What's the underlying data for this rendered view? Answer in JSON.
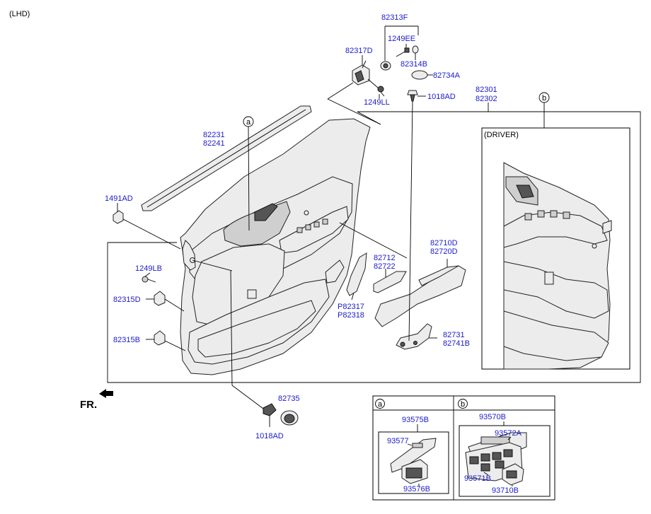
{
  "header": {
    "variant": "(LHD)"
  },
  "inset_title": "(DRIVER)",
  "direction_label": "FR.",
  "callouts": {
    "a": "a",
    "b": "b"
  },
  "parts": {
    "p82313F": "82313F",
    "p1249EE": "1249EE",
    "p82317D": "82317D",
    "p82314B": "82314B",
    "p82734A": "82734A",
    "p1249LL": "1249LL",
    "p1018AD_top": "1018AD",
    "p82301": "82301",
    "p82302": "82302",
    "p82231": "82231",
    "p82241": "82241",
    "p1491AD": "1491AD",
    "p1249LB": "1249LB",
    "p82315D": "82315D",
    "p82315B": "82315B",
    "p82712": "82712",
    "p82722": "82722",
    "p82710D": "82710D",
    "p82720D": "82720D",
    "pP82317": "P82317",
    "pP82318": "P82318",
    "p82731": "82731",
    "p82741B": "82741B",
    "p82735": "82735",
    "p1018AD_bottom": "1018AD"
  },
  "detail_table": {
    "a": {
      "tag": "a",
      "assembly": "93575B",
      "part1": "93577",
      "part2": "93576B"
    },
    "b": {
      "tag": "b",
      "assembly": "93570B",
      "part1": "93572A",
      "part2": "93571B",
      "part3": "93710B"
    }
  }
}
